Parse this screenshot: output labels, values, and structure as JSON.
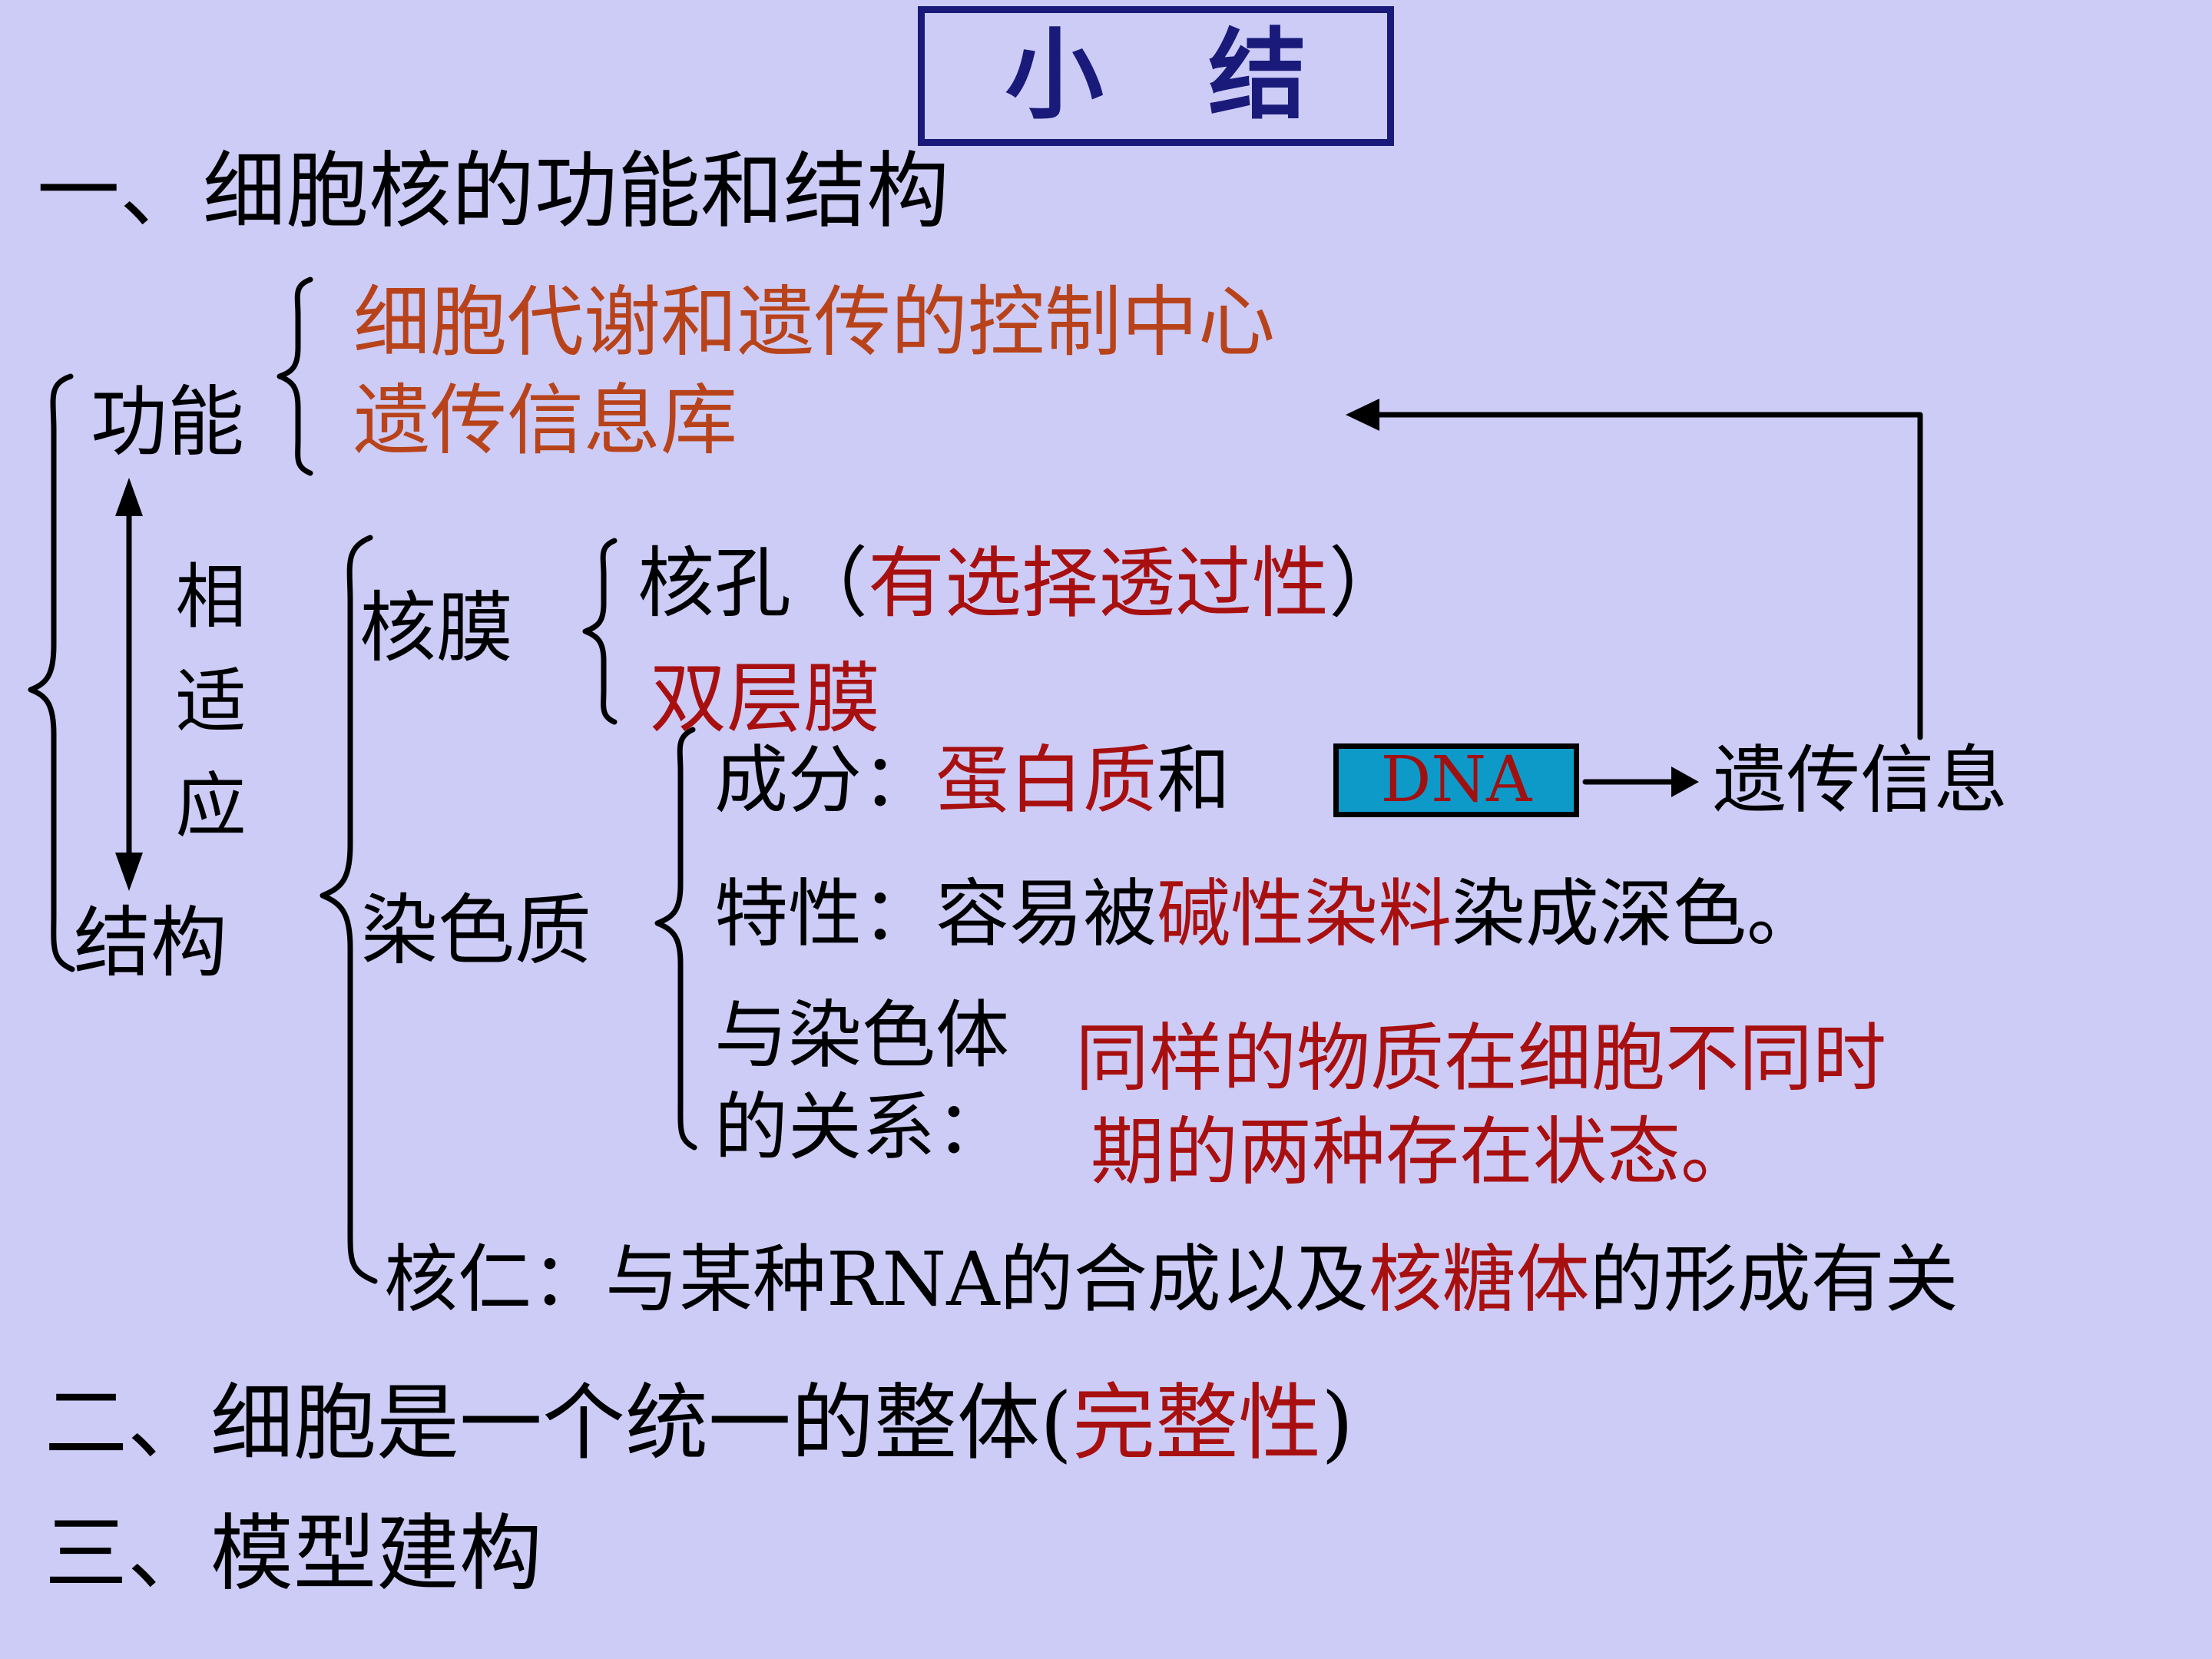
{
  "title": {
    "text": "小   结"
  },
  "colors": {
    "background": "#ccccf7",
    "title_navy": "#1a1a7a",
    "function_orange": "#b8431a",
    "highlight_red": "#a81010",
    "dna_box_fill": "#0d9ac8",
    "body_black": "#000000"
  },
  "section_one": {
    "heading": "一、细胞核的功能和结构",
    "function_label": "功能",
    "function_items": [
      "细胞代谢和遗传的控制中心",
      "遗传信息库"
    ],
    "relation_label": "相适应",
    "structure_label": "结构",
    "nuclear_membrane": {
      "label": "核膜",
      "pore_prefix": "核孔（",
      "pore_highlight": "有选择透过性",
      "pore_suffix": "）",
      "double_layer": "双层膜"
    },
    "chromatin": {
      "label": "染色质",
      "composition_label": "成分：",
      "composition_highlight": "蛋白质",
      "composition_mid": "和",
      "dna_box": "DNA",
      "dna_arrow_target": "遗传信息",
      "property_label": "特性：",
      "property_pre": "容易被",
      "property_highlight": "碱性染料",
      "property_post": "染成深色。",
      "relation_label_line1": "与染色体",
      "relation_label_line2": "的关系：",
      "relation_value_line1": "同样的物质在细胞不同时",
      "relation_value_line2": "期的两种存在状态。"
    },
    "nucleolus": {
      "label": "核仁：",
      "pre": "与某种RNA的合成以及",
      "highlight": "核糖体",
      "post": "的形成有关"
    }
  },
  "section_two": {
    "pre": "二、细胞是一个统一的整体(",
    "highlight": "完整性",
    "post": ")"
  },
  "section_three": {
    "text": "三、模型建构"
  }
}
